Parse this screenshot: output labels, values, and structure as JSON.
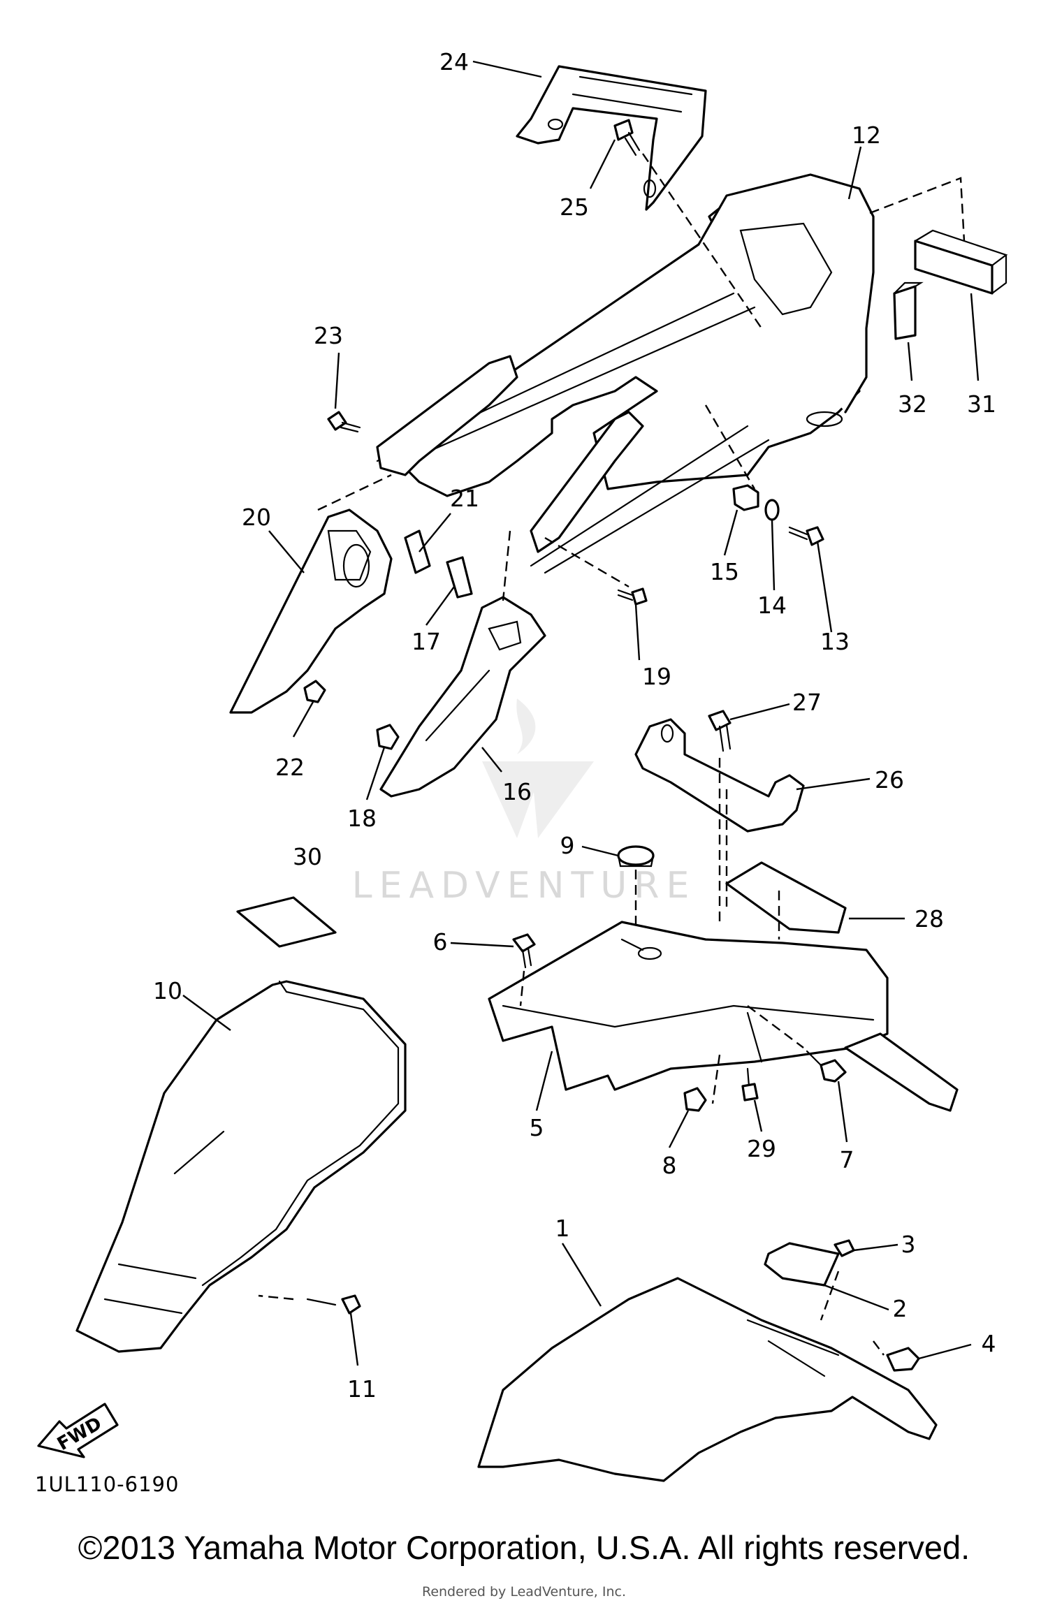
{
  "diagram": {
    "watermark": "LEADVENTURE",
    "fwd_label": "FWD",
    "callouts": {
      "c1": "1",
      "c2": "2",
      "c3": "3",
      "c4": "4",
      "c5": "5",
      "c6": "6",
      "c7": "7",
      "c8": "8",
      "c9": "9",
      "c10": "10",
      "c11": "11",
      "c12": "12",
      "c13": "13",
      "c14": "14",
      "c15": "15",
      "c16": "16",
      "c17": "17",
      "c18": "18",
      "c19": "19",
      "c20": "20",
      "c21": "21",
      "c22": "22",
      "c23": "23",
      "c24": "24",
      "c25": "25",
      "c26": "26",
      "c27": "27",
      "c28": "28",
      "c29": "29",
      "c30": "30",
      "c31": "31",
      "c32": "32"
    }
  },
  "footer": {
    "code": "1UL110-6190",
    "copyright": "©2013 Yamaha Motor Corporation, U.S.A. All rights reserved.",
    "rendered_by": "Rendered by LeadVenture, Inc."
  }
}
